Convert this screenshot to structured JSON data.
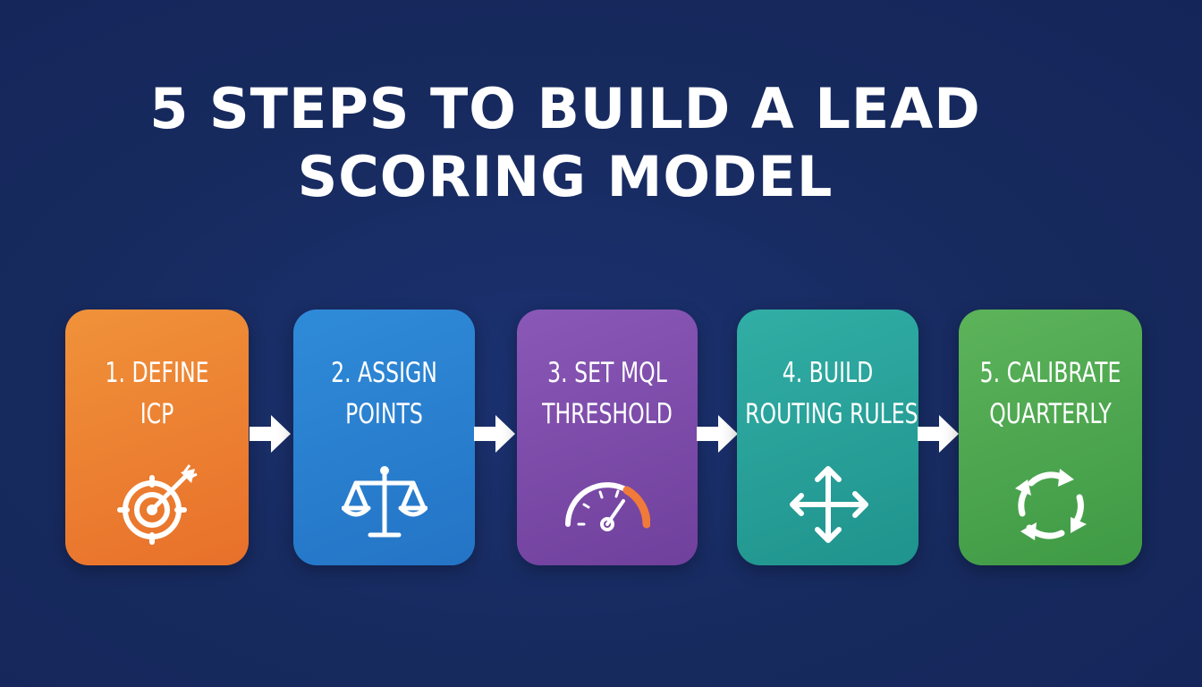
{
  "title": {
    "line1": "5 STEPS TO BUILD A LEAD",
    "line2": "SCORING MODEL"
  },
  "steps": [
    {
      "line1": "1. DEFINE",
      "line2": "ICP",
      "icon": "target-arrow-icon",
      "color": "#e8702a"
    },
    {
      "line1": "2. ASSIGN",
      "line2": "POINTS",
      "icon": "scales-icon",
      "color": "#2474c6"
    },
    {
      "line1": "3. SET MQL",
      "line2": "THRESHOLD",
      "icon": "gauge-icon",
      "color": "#70409d"
    },
    {
      "line1": "4. BUILD",
      "line2": "ROUTING RULES",
      "icon": "split-arrows-icon",
      "color": "#1f938d"
    },
    {
      "line1": "5. CALIBRATE",
      "line2": "QUARTERLY",
      "icon": "refresh-cycle-icon",
      "color": "#3f9a45"
    }
  ],
  "colors": {
    "background": "#172a5e",
    "text": "#ffffff",
    "gauge_accent": "#f07a3a"
  }
}
